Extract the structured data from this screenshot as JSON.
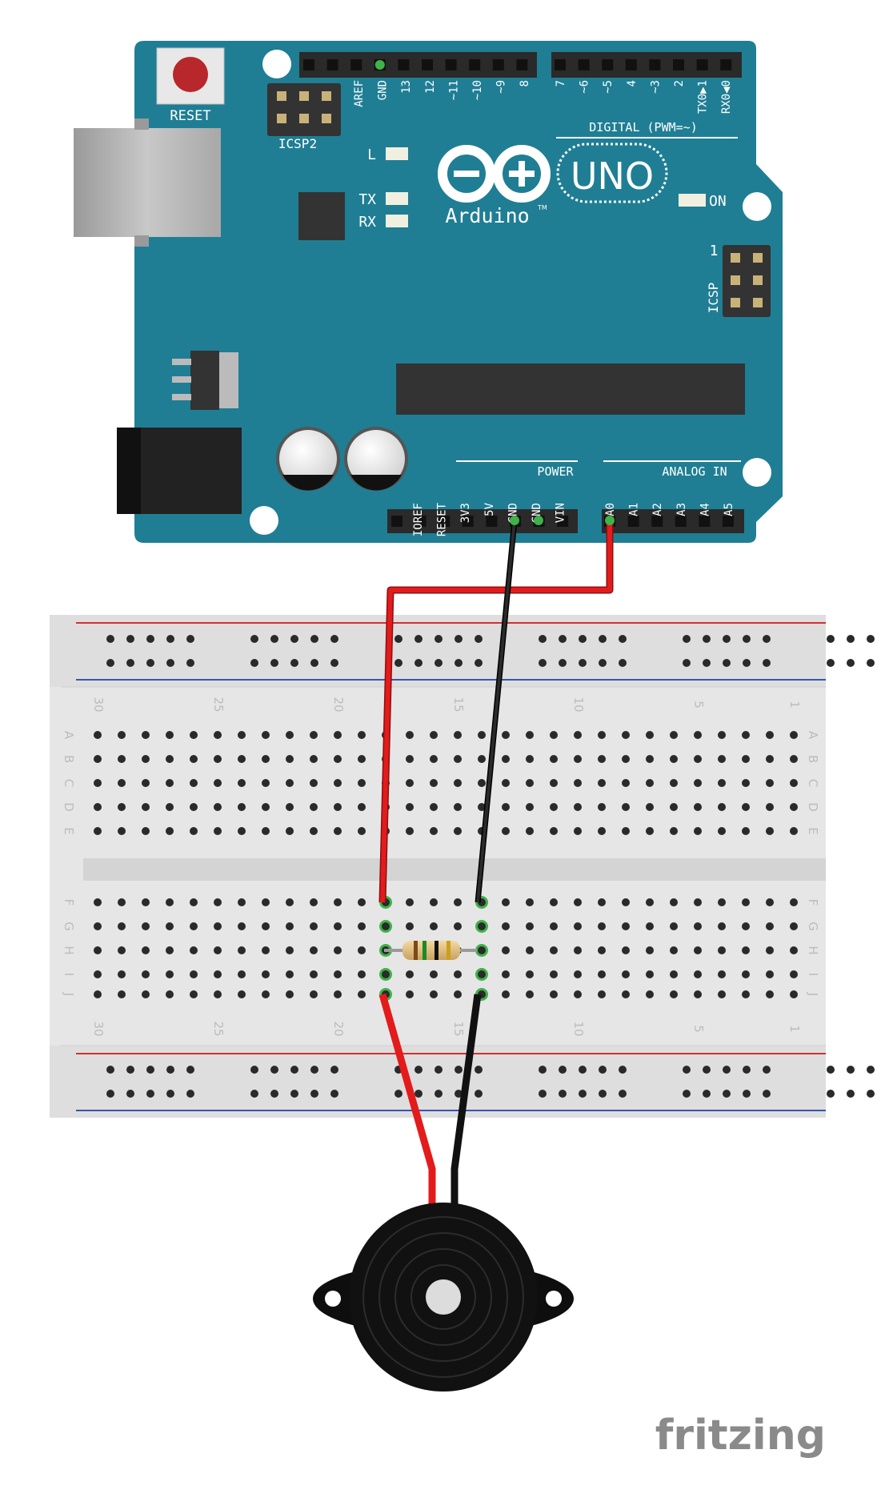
{
  "board": {
    "reset_label": "RESET",
    "icsp2_label": "ICSP2",
    "icsp_label": "ICSP",
    "icsp_pin1": "1",
    "led_l_label": "L",
    "led_tx_label": "TX",
    "led_rx_label": "RX",
    "on_label": "ON",
    "brand": "Arduino",
    "model": "UNO",
    "tm": "TM",
    "digital_label": "DIGITAL (PWM=~)",
    "power_label": "POWER",
    "analog_label": "ANALOG IN",
    "digital_pins_left": [
      "AREF",
      "GND",
      "13",
      "12",
      "~11",
      "~10",
      "~9",
      "8"
    ],
    "digital_pins_right": [
      "7",
      "~6",
      "~5",
      "4",
      "~3",
      "2",
      "TX0▶1",
      "RX0◀0"
    ],
    "power_pins": [
      "IOREF",
      "RESET",
      "3V3",
      "5V",
      "GND",
      "GND",
      "VIN"
    ],
    "analog_pins": [
      "A0",
      "A1",
      "A2",
      "A3",
      "A4",
      "A5"
    ]
  },
  "breadboard": {
    "column_numbers": [
      "30",
      "25",
      "20",
      "15",
      "10",
      "5",
      "1"
    ],
    "rows_top": [
      "A",
      "B",
      "C",
      "D",
      "E"
    ],
    "rows_bottom": [
      "F",
      "G",
      "H",
      "I",
      "J"
    ]
  },
  "colors": {
    "board": "#1f7e94",
    "wire_red": "#e31b1b",
    "wire_black": "#1a1a1a",
    "highlight": "#3fb24a"
  },
  "watermark": "fritzing"
}
